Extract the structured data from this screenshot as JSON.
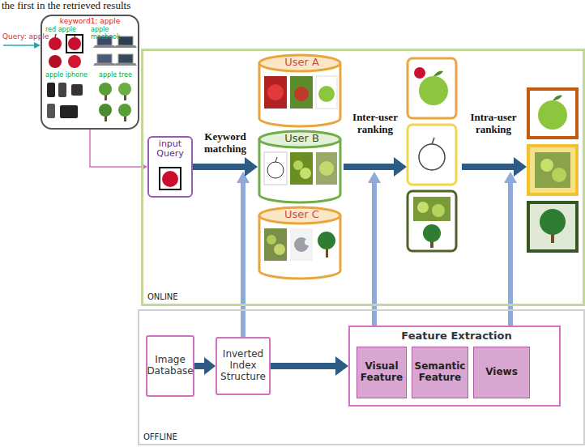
{
  "diagram": {
    "nodes": [
      {
        "text": [
          "keyword1: apple"
        ]
      },
      {
        "text": [
          "ONLINE"
        ]
      },
      {
        "text": [
          "input Query"
        ],
        "in": 1
      },
      {
        "text": [
          "User A"
        ],
        "in": 1
      },
      {
        "text": [
          "User B"
        ],
        "in": 1
      },
      {
        "text": [
          "User C"
        ],
        "in": 1
      },
      {
        "text": [
          "OFFLINE"
        ]
      },
      {
        "text": [
          "Image Database"
        ],
        "in": 6
      },
      {
        "text": [
          "Inverted Index Structure"
        ],
        "in": 6
      },
      {
        "text": [
          "Feature Extraction"
        ],
        "in": 6
      },
      {
        "text": [
          "Visual Feature"
        ],
        "in": 9
      },
      {
        "text": [
          "Semantic Feature"
        ],
        "in": 9
      },
      {
        "text": [
          "Views"
        ],
        "in": 9
      }
    ],
    "edges": [
      {
        "from": 0,
        "to": 2,
        "arrow": "to"
      },
      {
        "from": 2,
        "to": 4,
        "label": "Keyword matching",
        "arrow": "to"
      },
      {
        "from": 7,
        "to": 8,
        "arrow": "to"
      },
      {
        "from": 8,
        "to": 9,
        "arrow": "to"
      }
    ],
    "labels": [
      "the first in the retrieved results",
      "Query: apple",
      "red apple",
      "apple macbook",
      "apple iphone",
      "apple tree",
      "Inter-user ranking",
      "Intra-user ranking"
    ]
  }
}
